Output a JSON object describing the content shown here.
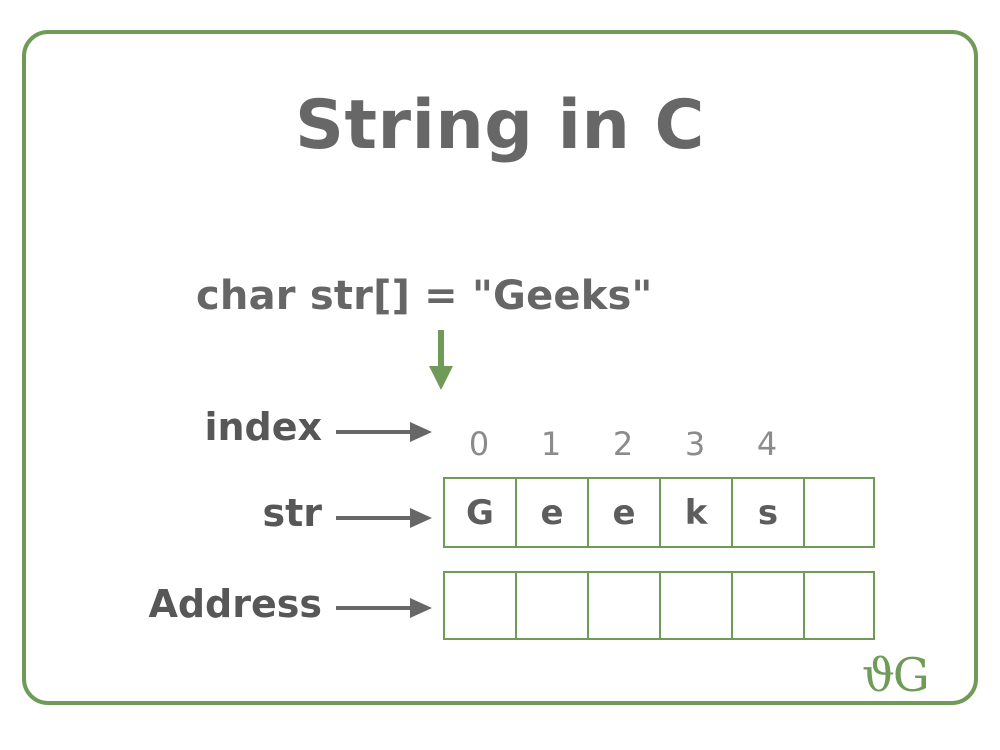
{
  "diagram": {
    "title": "String in C",
    "declaration": "char str[] = \"Geeks\"",
    "colors": {
      "frame_green": "#6f9a57",
      "cell_green": "#6f9a57",
      "text_gray": "#676767",
      "index_gray": "#8b8b8b",
      "arrow_gray": "#676767",
      "down_arrow_green": "#6f9a57"
    },
    "labels": {
      "index": "index",
      "str": "str",
      "address": "Address"
    },
    "indices": [
      "0",
      "1",
      "2",
      "3",
      "4"
    ],
    "str_cells": [
      "G",
      "e",
      "e",
      "k",
      "s",
      ""
    ],
    "address_cells": [
      "",
      "",
      "",
      "",
      "",
      ""
    ],
    "logo": "ϑG"
  }
}
